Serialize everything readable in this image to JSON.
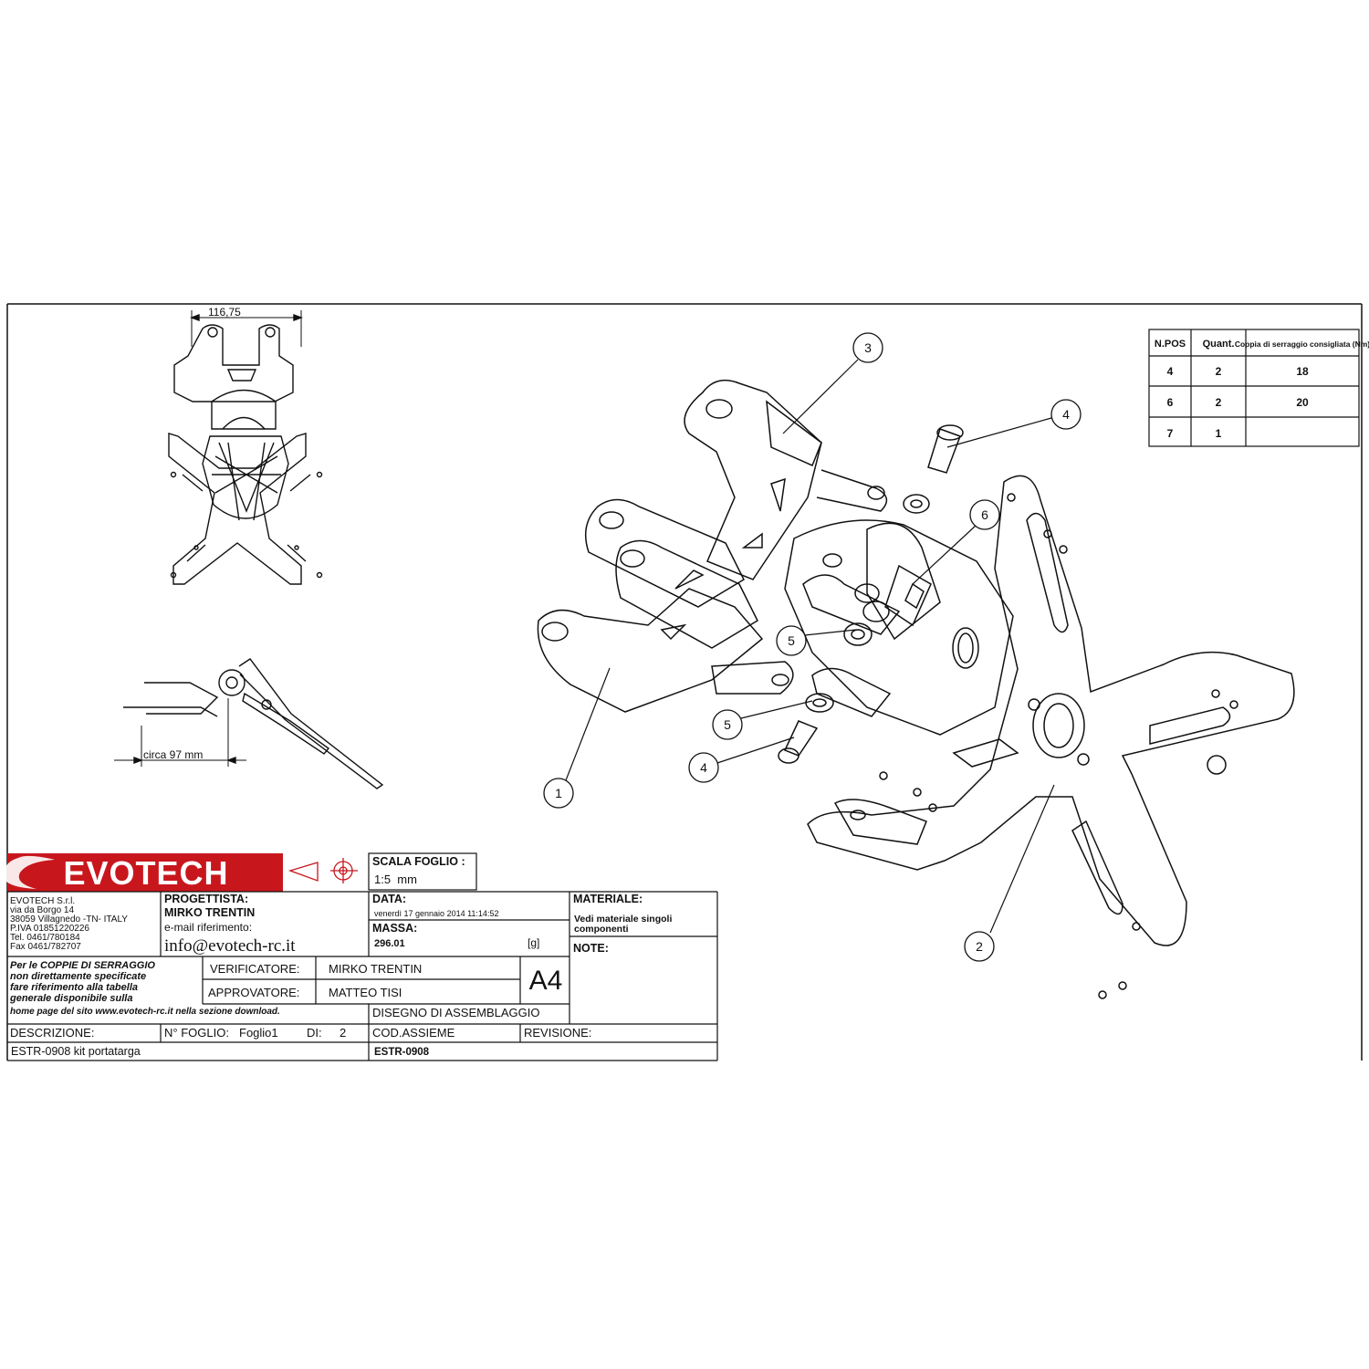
{
  "top_view": {
    "dimension": "116,75"
  },
  "side_view": {
    "dimension": "circa 97 mm"
  },
  "balloons": [
    "1",
    "2",
    "3",
    "4",
    "4",
    "5",
    "5",
    "6"
  ],
  "torque_table": {
    "headers": [
      "N.POS",
      "Quant.",
      "Coppia di serraggio consigliata (Nm)"
    ],
    "rows": [
      [
        "4",
        "2",
        "18"
      ],
      [
        "6",
        "2",
        "20"
      ],
      [
        "7",
        "1",
        ""
      ]
    ]
  },
  "title_block": {
    "logo_text": "EVOTECH",
    "scale_label": "SCALA FOGLIO :",
    "scale_value": "1:5  mm",
    "company_lines": [
      "EVOTECH S.r.l.",
      "via da Borgo 14",
      "38059 Villagnedo -TN- ITALY",
      "P.IVA 01851220226",
      "Tel. 0461/780184",
      "Fax 0461/782707"
    ],
    "designer_label": "PROGETTISTA:",
    "designer": "MIRKO TRENTIN",
    "email_label": "e-mail riferimento:",
    "email": "info@evotech-rc.it",
    "date_label": "DATA:",
    "date": "venerdì 17 gennaio 2014 11:14:52",
    "mass_label": "MASSA:",
    "mass": "296.01",
    "mass_unit": "[g]",
    "material_label": "MATERIALE:",
    "material_lines": [
      "Vedi materiale singoli",
      "componenti"
    ],
    "note_label": "NOTE:",
    "torque_note_lines": [
      "Per le COPPIE DI SERRAGGIO",
      "non direttamente specificate",
      "fare riferimento alla tabella",
      "generale disponibile sulla",
      "home page del sito www.evotech-rc.it nella sezione download."
    ],
    "checker_label": "VERIFICATORE:",
    "checker": "MIRKO TRENTIN",
    "approver_label": "APPROVATORE:",
    "approver": "MATTEO TISI",
    "sheet_size": "A4",
    "drawing_type": "DISEGNO DI ASSEMBLAGGIO",
    "description_label": "DESCRIZIONE:",
    "description": "ESTR-0908 kit portatarga",
    "sheet_no_label": "N° FOGLIO:",
    "sheet_no": "Foglio1",
    "of_label": "DI:",
    "of_value": "2",
    "assembly_code_label": "COD.ASSIEME",
    "assembly_code": "ESTR-0908",
    "revision_label": "REVISIONE:"
  },
  "colors": {
    "logo_red": "#c8161d",
    "line": "#111111"
  }
}
